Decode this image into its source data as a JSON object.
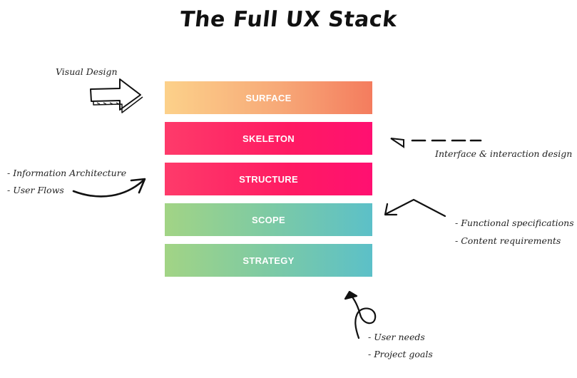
{
  "title": "The Full UX Stack",
  "layers": [
    {
      "label": "SURFACE"
    },
    {
      "label": "SKELETON"
    },
    {
      "label": "STRUCTURE"
    },
    {
      "label": "SCOPE"
    },
    {
      "label": "STRATEGY"
    }
  ],
  "annotations": {
    "visual_design": "Visual Design",
    "interface": "Interface & interaction design",
    "info_arch": "- Information Architecture",
    "user_flows": "- User Flows",
    "functional": "- Functional specifications",
    "content": "- Content requirements",
    "user_needs": "- User needs",
    "project_goals": "- Project goals"
  },
  "icons": [
    "block-arrow-icon",
    "dashed-arrow-icon",
    "curved-arrow-icon",
    "bent-arrow-icon",
    "loop-arrow-icon"
  ]
}
